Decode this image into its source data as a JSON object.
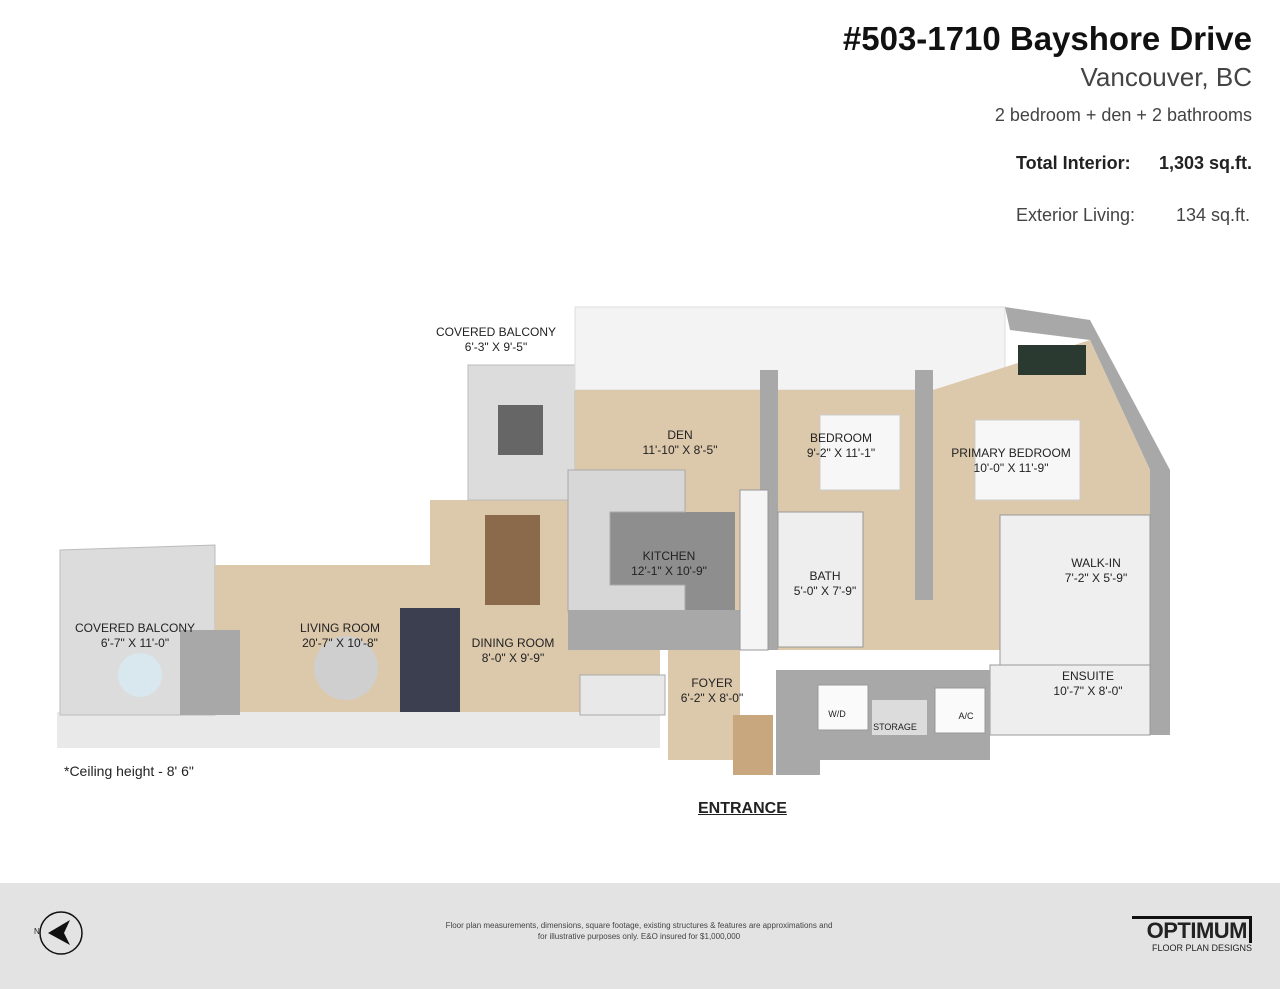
{
  "header": {
    "address": "#503-1710 Bayshore Drive",
    "city": "Vancouver, BC",
    "summary": "2 bedroom + den + 2 bathrooms",
    "total_interior_label": "Total Interior:",
    "total_interior_value": "1,303 sq.ft.",
    "exterior_label": "Exterior Living:",
    "exterior_value": "134 sq.ft."
  },
  "rooms": [
    {
      "name": "COVERED BALCONY",
      "dims": "6'-3\" X 9'-5\""
    },
    {
      "name": "DEN",
      "dims": "11'-10\" X 8'-5\""
    },
    {
      "name": "BEDROOM",
      "dims": "9'-2\" X 11'-1\""
    },
    {
      "name": "PRIMARY BEDROOM",
      "dims": "10'-0\" X 11'-9\""
    },
    {
      "name": "KITCHEN",
      "dims": "12'-1\" X 10'-9\""
    },
    {
      "name": "BATH",
      "dims": "5'-0\" X 7'-9\""
    },
    {
      "name": "WALK-IN",
      "dims": "7'-2\" X 5'-9\""
    },
    {
      "name": "COVERED BALCONY",
      "dims": "6'-7\" X 11'-0\""
    },
    {
      "name": "LIVING ROOM",
      "dims": "20'-7\" X 10'-8\""
    },
    {
      "name": "DINING ROOM",
      "dims": "8'-0\" X 9'-9\""
    },
    {
      "name": "ENSUITE",
      "dims": "10'-7\" X 8'-0\""
    },
    {
      "name": "FOYER",
      "dims": "6'-2\" X 8'-0\""
    }
  ],
  "fixtures": {
    "wd": "W/D",
    "storage": "STORAGE",
    "ac": "A/C"
  },
  "ceiling_note": "*Ceiling height - 8' 6\"",
  "entrance": "ENTRANCE",
  "footer": {
    "disclaimer_line1": "Floor plan measurements, dimensions, square footage, existing structures & features are approximations and",
    "disclaimer_line2": "for illustrative purposes only.  E&O insured for $1,000,000",
    "compass_label": "N",
    "logo_main": "OPTIMUM",
    "logo_sub": "FLOOR PLAN DESIGNS"
  },
  "colors": {
    "wall": "#a8a8a8",
    "floor": "#dcc8ab",
    "kitchen_floor": "#8e8e8e",
    "window": "#f2f2f2",
    "footer_bg": "#e3e3e3"
  }
}
